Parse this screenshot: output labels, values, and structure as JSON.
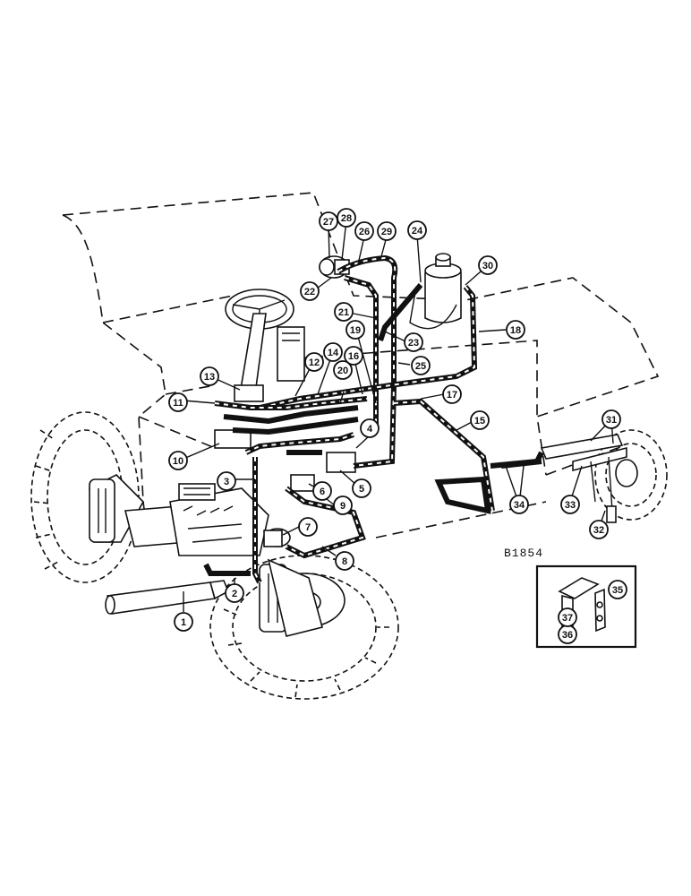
{
  "figure": {
    "label": "B1854"
  },
  "callouts": [
    {
      "id": "1",
      "text": "1"
    },
    {
      "id": "2",
      "text": "2"
    },
    {
      "id": "3",
      "text": "3"
    },
    {
      "id": "4",
      "text": "4"
    },
    {
      "id": "5",
      "text": "5"
    },
    {
      "id": "6",
      "text": "6"
    },
    {
      "id": "7",
      "text": "7"
    },
    {
      "id": "8",
      "text": "8"
    },
    {
      "id": "9",
      "text": "9"
    },
    {
      "id": "10",
      "text": "10"
    },
    {
      "id": "11",
      "text": "11"
    },
    {
      "id": "12",
      "text": "12"
    },
    {
      "id": "13",
      "text": "13"
    },
    {
      "id": "14",
      "text": "14"
    },
    {
      "id": "15",
      "text": "15"
    },
    {
      "id": "16",
      "text": "16"
    },
    {
      "id": "17",
      "text": "17"
    },
    {
      "id": "18",
      "text": "18"
    },
    {
      "id": "19",
      "text": "19"
    },
    {
      "id": "20",
      "text": "20"
    },
    {
      "id": "21",
      "text": "21"
    },
    {
      "id": "22",
      "text": "22"
    },
    {
      "id": "23",
      "text": "23"
    },
    {
      "id": "24",
      "text": "24"
    },
    {
      "id": "25",
      "text": "25"
    },
    {
      "id": "26",
      "text": "26"
    },
    {
      "id": "27",
      "text": "27"
    },
    {
      "id": "28",
      "text": "28"
    },
    {
      "id": "29",
      "text": "29"
    },
    {
      "id": "30",
      "text": "30"
    },
    {
      "id": "31",
      "text": "31"
    },
    {
      "id": "32",
      "text": "32"
    },
    {
      "id": "33",
      "text": "33"
    },
    {
      "id": "34",
      "text": "34"
    },
    {
      "id": "35",
      "text": "35"
    },
    {
      "id": "36",
      "text": "36"
    },
    {
      "id": "37",
      "text": "37"
    }
  ]
}
